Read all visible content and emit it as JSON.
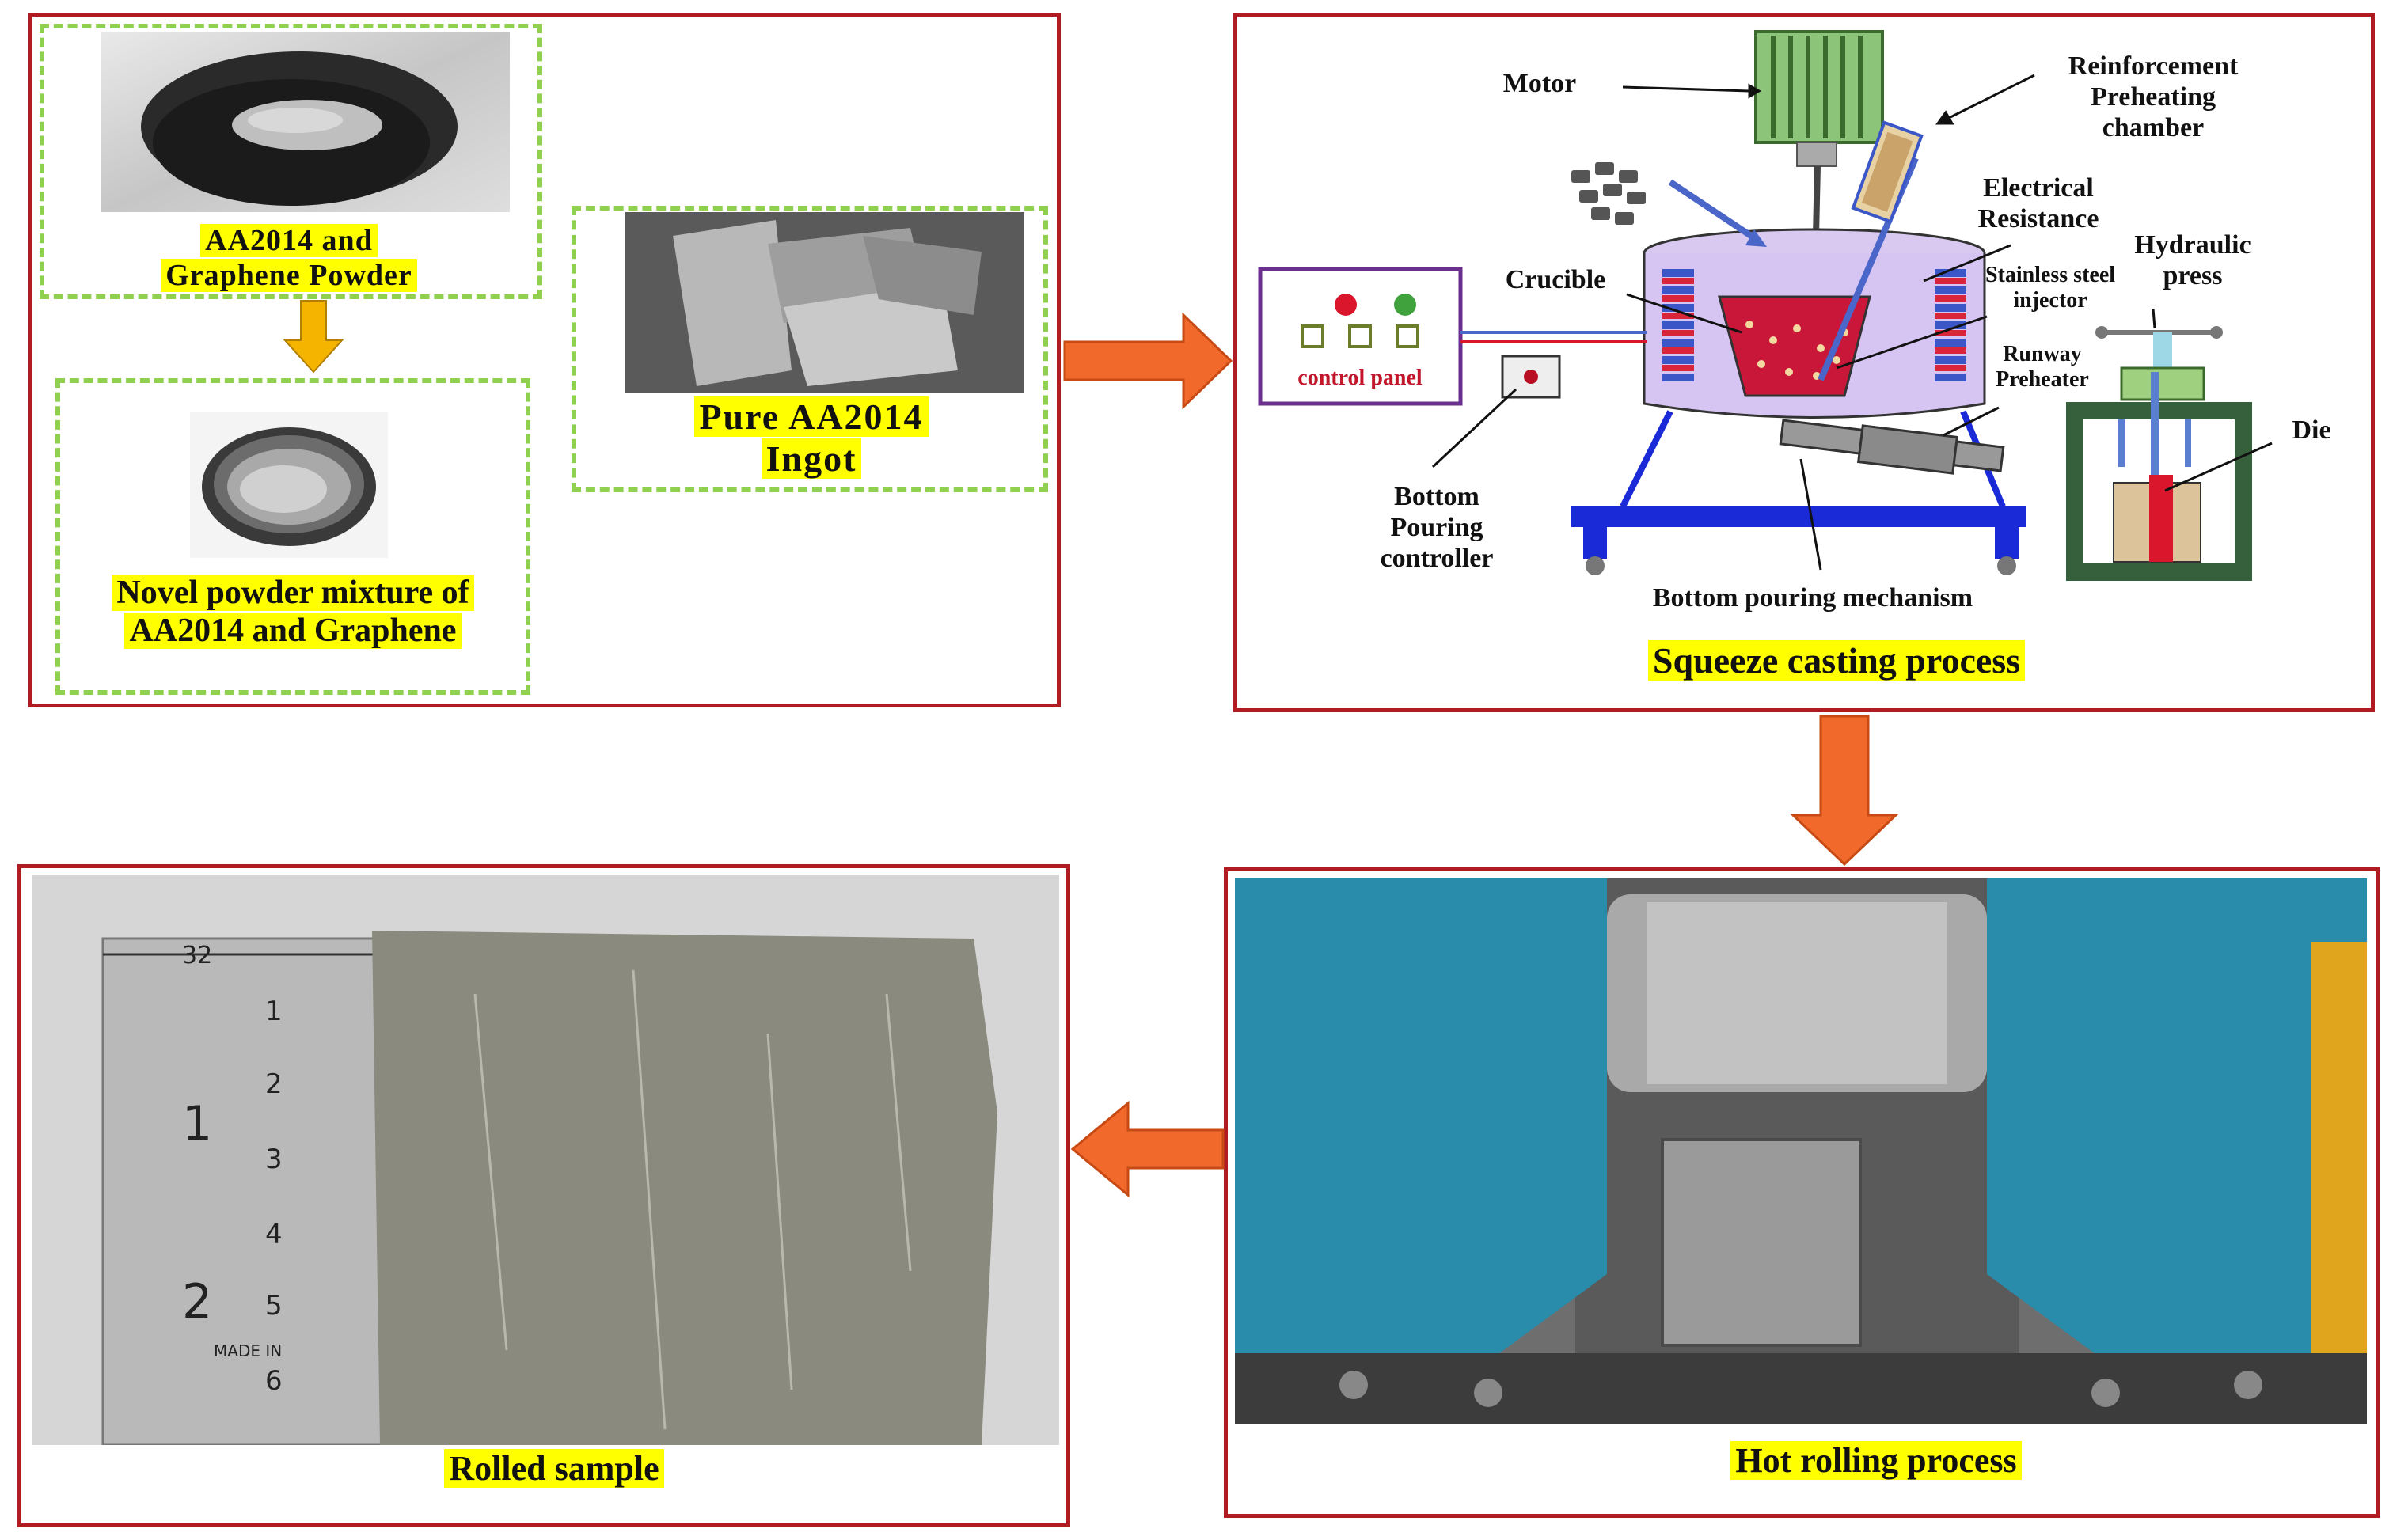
{
  "panel_materials": {
    "powder_caption_line1": "AA2014 and",
    "powder_caption_line2": "Graphene Powder",
    "mixture_caption_line1": "Novel powder mixture of",
    "mixture_caption_line2": "AA2014 and Graphene",
    "ingot_caption_line1": "Pure AA2014",
    "ingot_caption_line2": "Ingot"
  },
  "panel_squeeze": {
    "title": "Squeeze casting process",
    "labels": {
      "motor": "Motor",
      "reinforcement_1": "Reinforcement",
      "reinforcement_2": "Preheating",
      "reinforcement_3": "chamber",
      "electrical_1": "Electrical",
      "electrical_2": "Resistance",
      "hydraulic_1": "Hydraulic",
      "hydraulic_2": "press",
      "crucible": "Crucible",
      "stainless_1": "Stainless steel",
      "stainless_2": "injector",
      "runway_1": "Runway",
      "runway_2": "Preheater",
      "control_panel": "control panel",
      "die": "Die",
      "bottom_pouring_1": "Bottom",
      "bottom_pouring_2": "Pouring",
      "bottom_pouring_3": "controller",
      "mechanism": "Bottom pouring mechanism"
    }
  },
  "panel_hot_rolling": {
    "title": "Hot rolling process"
  },
  "panel_rolled": {
    "title": "Rolled sample",
    "ruler_marks_cm": [
      "1",
      "2",
      "3",
      "4",
      "5",
      "6"
    ],
    "ruler_marks_in": [
      "1",
      "2"
    ],
    "ruler_top": "32",
    "ruler_made_in": "MADE IN"
  },
  "colors": {
    "frame": "#b11c22",
    "dash": "#8fd14f",
    "highlight": "#ffff00",
    "arrow": "#f26a2b",
    "roller_blue": "#2a8cab"
  }
}
